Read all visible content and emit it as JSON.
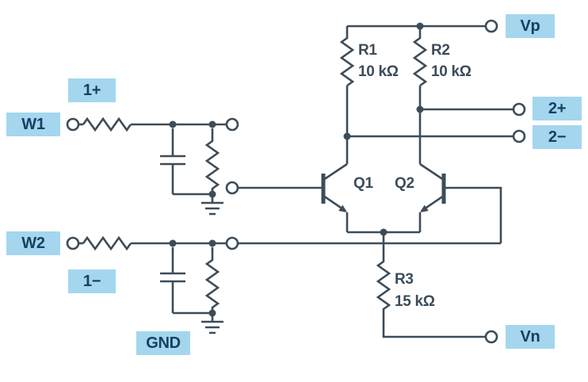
{
  "colors": {
    "background": "#FFFFFF",
    "line": "#3C4C59",
    "terminal_fill": "#A4D6EE",
    "terminal_text": "#173F63"
  },
  "terminals": {
    "w1": {
      "label": "W1"
    },
    "scope_1p": {
      "label": "1+"
    },
    "w2": {
      "label": "W2"
    },
    "scope_1n": {
      "label": "1−"
    },
    "gnd": {
      "label": "GND"
    },
    "vp": {
      "label": "Vp"
    },
    "scope_2p": {
      "label": "2+"
    },
    "scope_2n": {
      "label": "2−"
    },
    "vn": {
      "label": "Vn"
    }
  },
  "components": {
    "r1": {
      "ref": "R1",
      "value": "10 kΩ"
    },
    "r2": {
      "ref": "R2",
      "value": "10 kΩ"
    },
    "r3": {
      "ref": "R3",
      "value": "15 kΩ"
    },
    "q1": {
      "ref": "Q1"
    },
    "q2": {
      "ref": "Q2"
    }
  }
}
